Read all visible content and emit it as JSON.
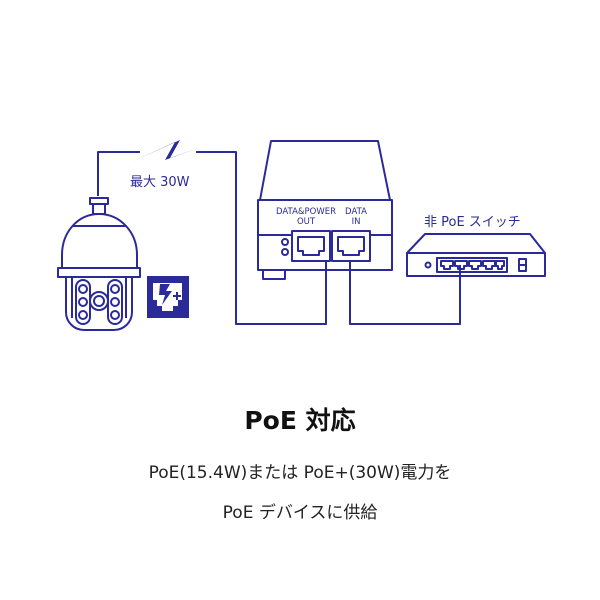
{
  "colors": {
    "line": "#2b2a9a",
    "title": "#111111",
    "text": "#222222",
    "background": "#ffffff"
  },
  "diagram": {
    "camera": {
      "label": "PTZ dome camera",
      "icon": "ptz-camera-icon"
    },
    "power_label": "最大 30W",
    "injector": {
      "port_out_label_line1": "DATA&POWER",
      "port_out_label_line2": "OUT",
      "port_in_label_line1": "DATA",
      "port_in_label_line2": "IN"
    },
    "switch_label": "非 PoE スイッチ",
    "badge_icon": "poe-plus-icon"
  },
  "title": "PoE 対応",
  "description": {
    "line1": "PoE(15.4W)または PoE+(30W)電力を",
    "line2": "PoE デバイスに供給"
  }
}
